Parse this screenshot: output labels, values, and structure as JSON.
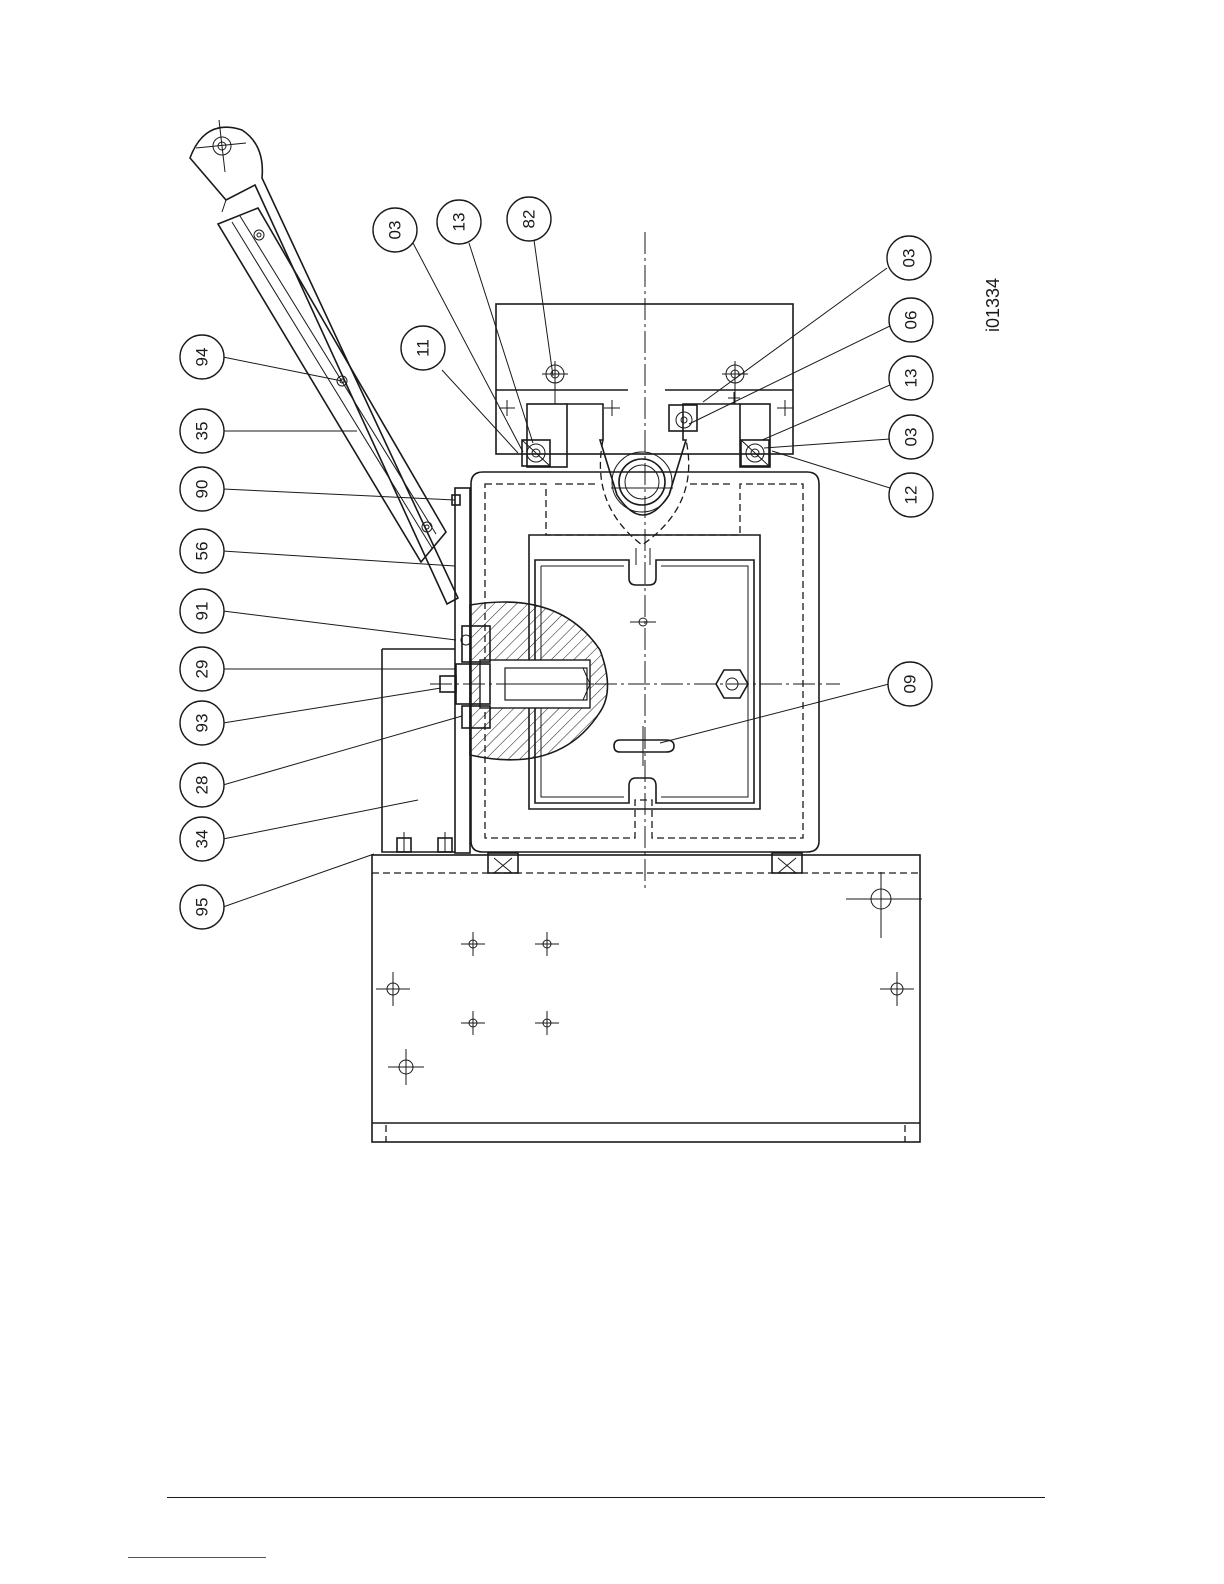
{
  "drawing": {
    "reference": "i01334",
    "balloons": [
      "94",
      "35",
      "90",
      "56",
      "91",
      "29",
      "93",
      "28",
      "34",
      "95",
      "11",
      "03",
      "13",
      "82",
      "03",
      "06",
      "13",
      "03",
      "12",
      "09"
    ]
  }
}
